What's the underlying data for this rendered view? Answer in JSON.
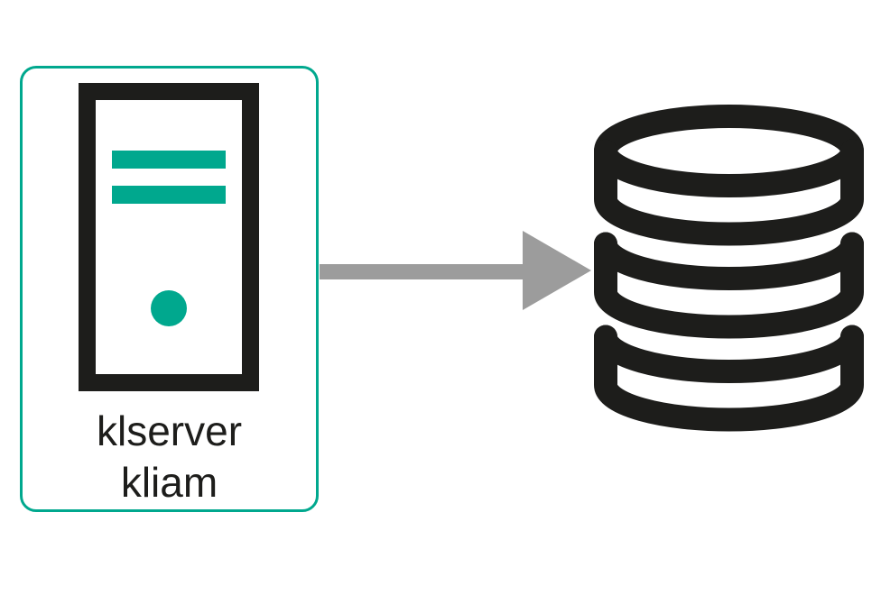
{
  "diagram": {
    "server": {
      "label_line1": "klserver",
      "label_line2": "kliam"
    },
    "database": {
      "name": "database"
    },
    "connector": {
      "type": "arrow",
      "direction": "right",
      "from": "server",
      "to": "database"
    }
  },
  "colors": {
    "accent_teal": "#00a88e",
    "icon_black": "#1d1d1b",
    "arrow_gray": "#9c9c9c",
    "background": "#ffffff",
    "text_color": "#1d1d1b"
  }
}
